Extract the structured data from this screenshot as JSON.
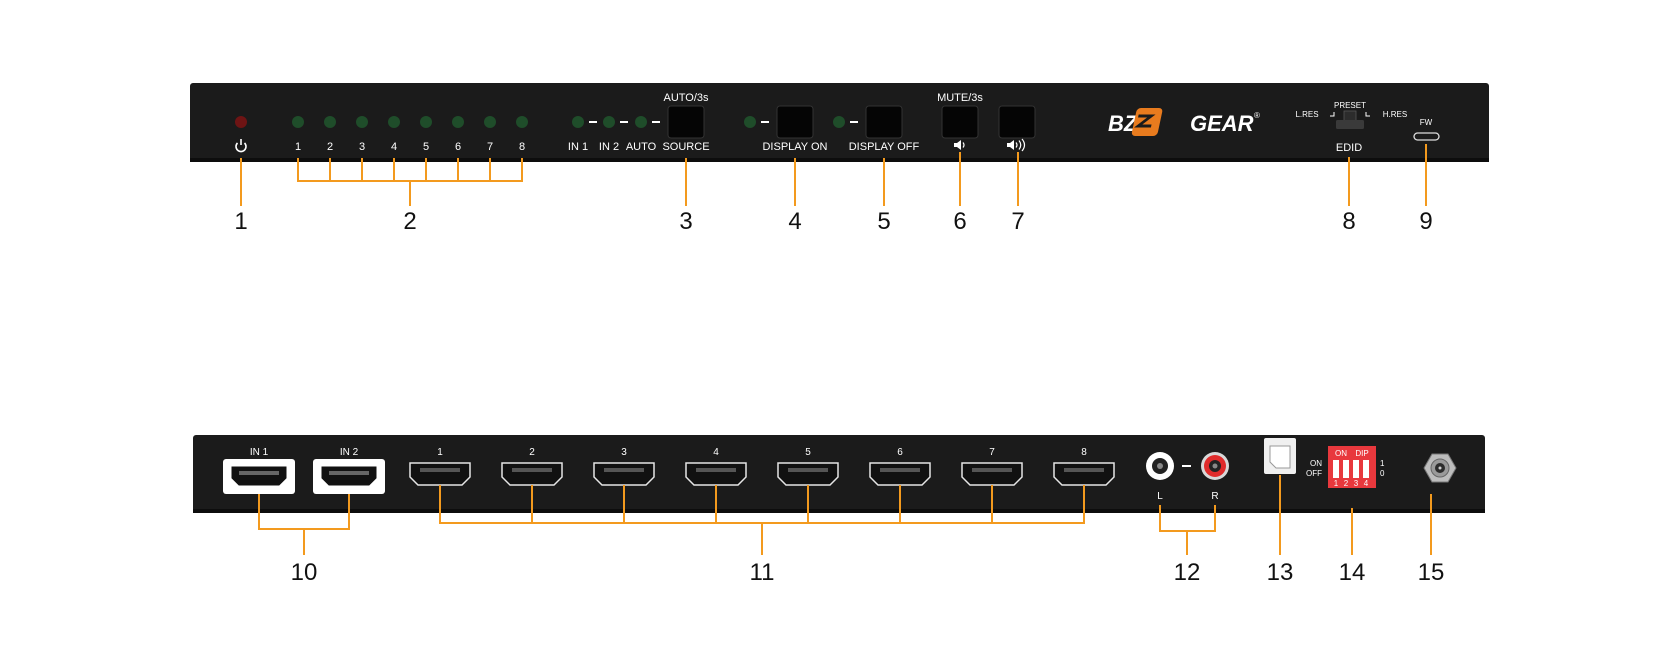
{
  "front_panel": {
    "led_numbers": [
      "1",
      "2",
      "3",
      "4",
      "5",
      "6",
      "7",
      "8"
    ],
    "source_leds": [
      "IN 1",
      "IN 2",
      "AUTO"
    ],
    "source_button": {
      "top_label": "AUTO/3s",
      "bottom_label": "SOURCE"
    },
    "display_on_label": "DISPLAY ON",
    "display_off_label": "DISPLAY OFF",
    "mute_label": "MUTE/3s",
    "brand": {
      "left": "BZB",
      "right": "GEAR",
      "mark": "®"
    },
    "edid": {
      "preset": "PRESET",
      "low": "L.RES",
      "high": "H.RES",
      "label": "EDID"
    },
    "fw_label": "FW",
    "callouts": [
      "1",
      "2",
      "3",
      "4",
      "5",
      "6",
      "7",
      "8",
      "9"
    ]
  },
  "rear_panel": {
    "inputs": [
      "IN 1",
      "IN 2"
    ],
    "outputs": [
      "1",
      "2",
      "3",
      "4",
      "5",
      "6",
      "7",
      "8"
    ],
    "audio": {
      "left": "L",
      "right": "R"
    },
    "dip": {
      "on": "ON",
      "dip": "DIP",
      "on_side": "ON",
      "off_side": "OFF",
      "one": "1",
      "zero": "0",
      "nums": [
        "1",
        "2",
        "3",
        "4"
      ]
    },
    "callouts": [
      "10",
      "11",
      "12",
      "13",
      "14",
      "15"
    ]
  },
  "colors": {
    "panel": "#1b1b1b",
    "accent": "#f39a1e",
    "led_green": "#1f4d2a",
    "led_red": "#6e1414",
    "dip_red": "#e8383d"
  }
}
